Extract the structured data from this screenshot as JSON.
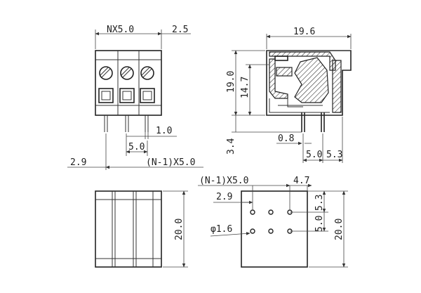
{
  "dimensions": {
    "front": {
      "width_label": "NX5.0",
      "offset_label": "2.5",
      "pin_width_label": "1.0",
      "pin_pitch_label": "5.0",
      "edge_label": "2.9",
      "span_label": "(N-1)X5.0"
    },
    "side": {
      "width_label": "19.6",
      "height_label": "19.0",
      "inner_height_label": "14.7",
      "pin_length_label": "3.4",
      "pin_width_label": "0.8",
      "pitch_label": "5.0",
      "edge_label": "5.3"
    },
    "top": {
      "depth_label": "20.0"
    },
    "footprint": {
      "span_label": "(N-1)X5.0",
      "offset_label": "4.7",
      "edge_label": "2.9",
      "hole_label": "φ1.6",
      "row_offset_label": "5.3",
      "row_pitch_label": "5.0",
      "depth_label": "20.0"
    }
  }
}
